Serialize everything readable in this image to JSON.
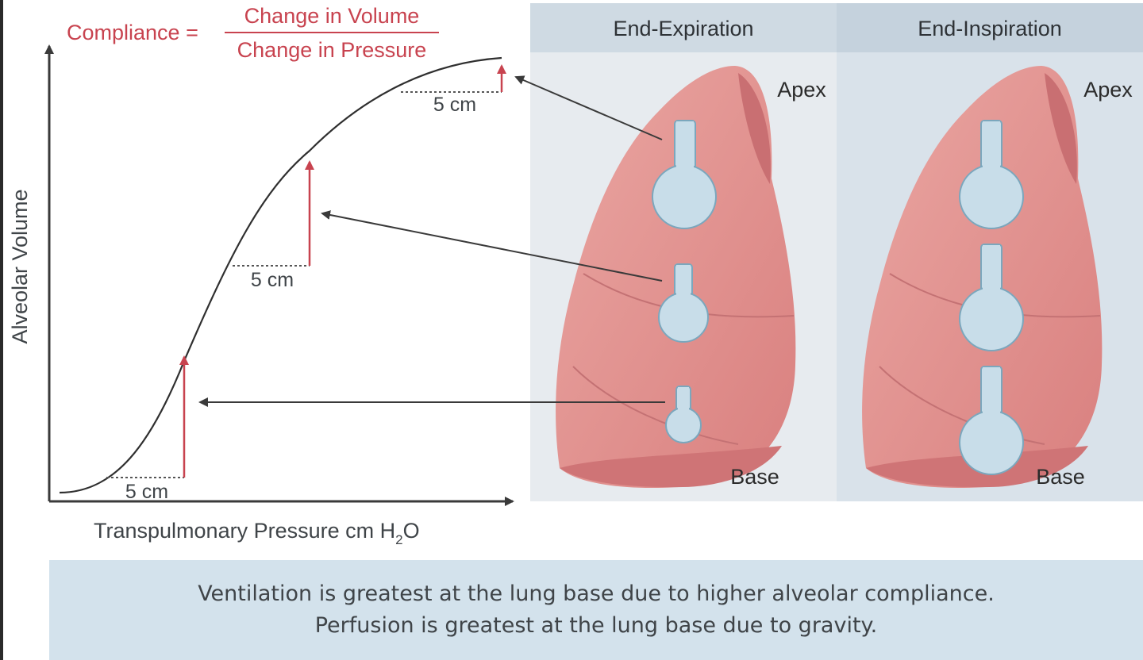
{
  "formula": {
    "lhs": "Compliance =",
    "numerator": "Change in Volume",
    "denominator": "Change in Pressure"
  },
  "graph": {
    "ylabel": "Alveolar Volume",
    "xlabel_main": "Transpulmonary Pressure cm H",
    "xlabel_sub": "2",
    "xlabel_end": "O",
    "steps": [
      "5 cm",
      "5 cm",
      "5 cm"
    ]
  },
  "panels": [
    {
      "header": "End-Expiration",
      "apex": "Apex",
      "base": "Base"
    },
    {
      "header": "End-Inspiration",
      "apex": "Apex",
      "base": "Base"
    }
  ],
  "caption": [
    "Ventilation is greatest at the lung base due to higher alveolar compliance.",
    "Perfusion is greatest at the lung base due to gravity."
  ],
  "colors": {
    "accent_red": "#c8434f",
    "axis": "#3a3a3a",
    "panel_header": "#cfdae3",
    "panel_body": "#e7ebef",
    "lung": "#e29593",
    "alveolus": "#c8dde9",
    "caption_bg": "#d3e2ec"
  }
}
